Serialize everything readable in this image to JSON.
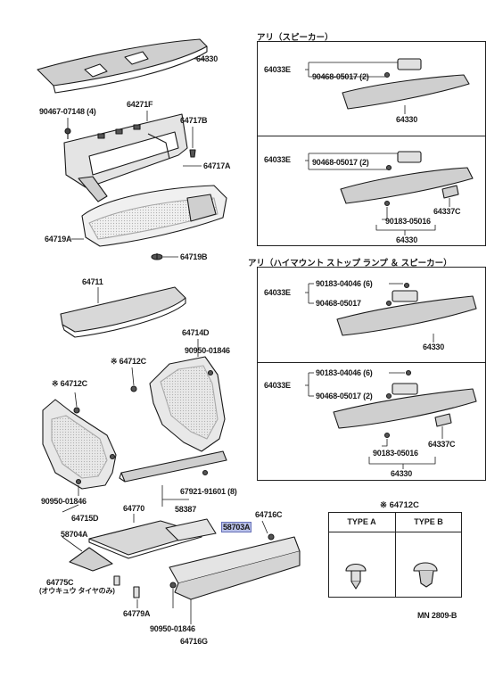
{
  "diagram": {
    "callouts": {
      "p64330": "64330",
      "p90467": "90467-07148 (4)",
      "p64271f": "64271F",
      "p64717b": "64717B",
      "p64717a": "64717A",
      "p64719a": "64719A",
      "p64719b": "64719B",
      "p64711": "64711",
      "p64714d": "64714D",
      "p90950a": "90950-01846",
      "p64712c_a": "※ 64712C",
      "p64712c_b": "※ 64712C",
      "p90950b": "90950-01846",
      "p64715d": "64715D",
      "p67921": "67921-91601 (8)",
      "p58387": "58387",
      "p64770": "64770",
      "p64716c": "64716C",
      "p58704a": "58704A",
      "p58703a": "58703A",
      "p64775c": "64775C",
      "p64775c_note": "(オウキュウ タイヤのみ)",
      "p64779a": "64779A",
      "p90950c": "90950-01846",
      "p64716g": "64716G"
    },
    "panel1": {
      "header": "アリ（スピーカー）",
      "a_64033e": "64033E",
      "a_90468": "90468-05017 (2)",
      "a_64330": "64330",
      "b_64033e": "64033E",
      "b_90468": "90468-05017 (2)",
      "b_64337c": "64337C",
      "b_90183": "90183-05016",
      "b_64330": "64330"
    },
    "panel2": {
      "header": "アリ（ハイマウント ストップ ランプ ＆ スピーカー）",
      "a_64033e": "64033E",
      "a_90183": "90183-04046 (6)",
      "a_90468": "90468-05017",
      "a_64330": "64330",
      "b_64033e": "64033E",
      "b_90183": "90183-04046 (6)",
      "b_90468": "90468-05017 (2)",
      "b_64337c": "64337C",
      "b_90183b": "90183-05016",
      "b_64330": "64330"
    },
    "types": {
      "header": "※ 64712C",
      "type_a": "TYPE A",
      "type_b": "TYPE B"
    },
    "footer": "MN 2809-B"
  }
}
